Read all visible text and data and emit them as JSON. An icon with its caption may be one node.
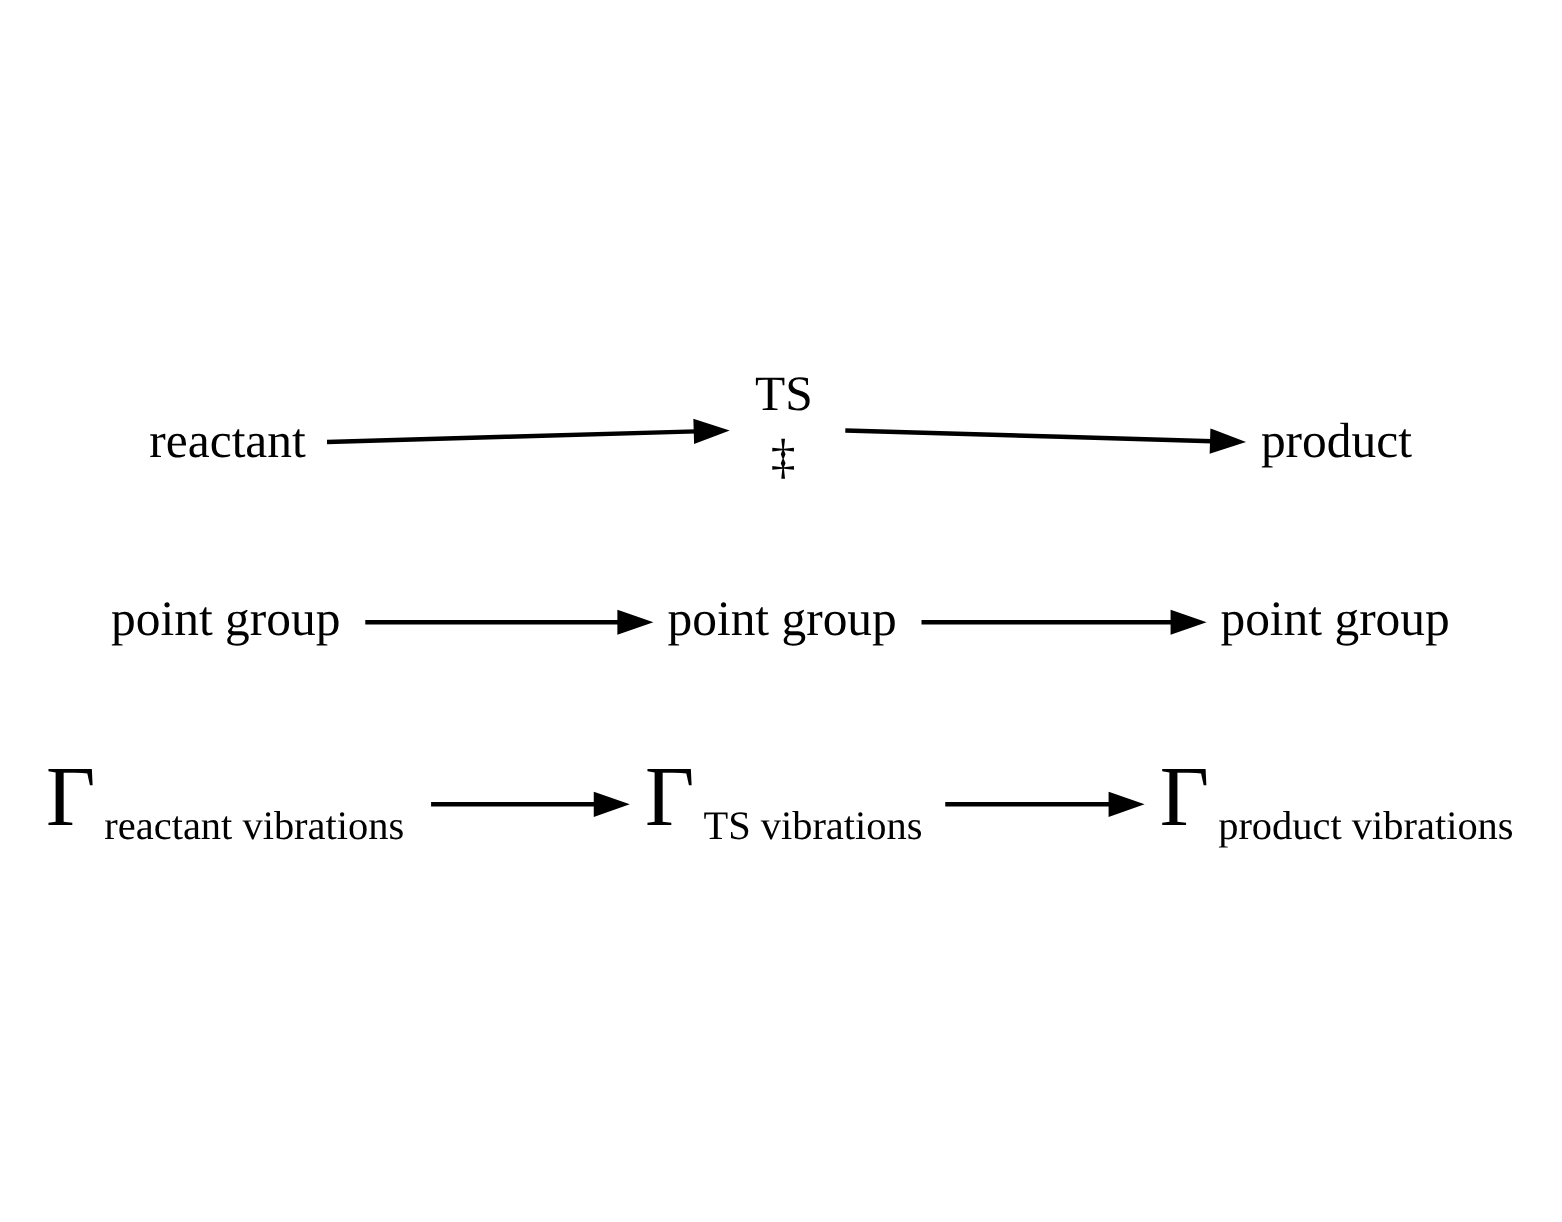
{
  "diagram": {
    "nodes": [
      {
        "text": [
          "reactant"
        ]
      },
      {
        "text": [
          "TS"
        ],
        "beside": [
          "‡"
        ]
      },
      {
        "text": [
          "product"
        ]
      },
      {
        "text": [
          "point group"
        ]
      },
      {
        "text": [
          "point group"
        ]
      },
      {
        "text": [
          "point group"
        ]
      },
      {
        "text": [
          "Γ",
          "reactant vibrations"
        ]
      },
      {
        "text": [
          "Γ",
          "TS vibrations"
        ]
      },
      {
        "text": [
          "Γ",
          "product vibrations"
        ]
      }
    ],
    "edges": [
      {
        "from": 0,
        "to": 1,
        "arrow": "to"
      },
      {
        "from": 1,
        "to": 2,
        "arrow": "to"
      },
      {
        "from": 3,
        "to": 4,
        "arrow": "to"
      },
      {
        "from": 4,
        "to": 5,
        "arrow": "to"
      },
      {
        "from": 6,
        "to": 7,
        "arrow": "to"
      },
      {
        "from": 7,
        "to": 8,
        "arrow": "to"
      }
    ]
  }
}
